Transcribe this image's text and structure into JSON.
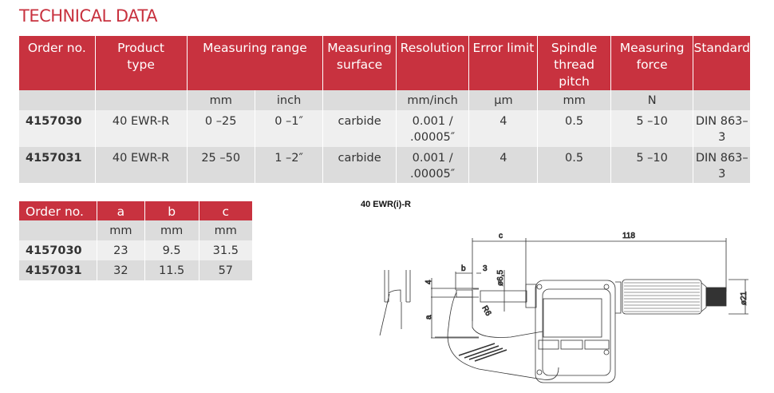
{
  "title": "TECHNICAL DATA",
  "main_table": {
    "headers": [
      "Order no.",
      "Product type",
      "Measuring range",
      "Measuring surface",
      "Resolution",
      "Error limit",
      "Spindle thread pitch",
      "Measuring force",
      "Standard"
    ],
    "units": [
      "",
      "",
      "mm",
      "inch",
      "",
      "mm/inch",
      "µm",
      "mm",
      "N",
      ""
    ],
    "rows": [
      [
        "4157030",
        "40 EWR-R",
        "0 –25",
        "0 –1″",
        "carbide",
        "0.001 / .00005″",
        "4",
        "0.5",
        "5 –10",
        "DIN 863–3"
      ],
      [
        "4157031",
        "40 EWR-R",
        "25 –50",
        "1 –2″",
        "carbide",
        "0.001 / .00005″",
        "4",
        "0.5",
        "5 –10",
        "DIN 863–3"
      ]
    ]
  },
  "dim_table": {
    "headers": [
      "Order no.",
      "a",
      "b",
      "c"
    ],
    "units": [
      "",
      "mm",
      "mm",
      "mm"
    ],
    "rows": [
      [
        "4157030",
        "23",
        "9.5",
        "31.5"
      ],
      [
        "4157031",
        "32",
        "11.5",
        "57"
      ]
    ]
  },
  "drawing": {
    "title": "40 EWR(i)-R",
    "labels": {
      "c": "c",
      "len": "118",
      "b": "b",
      "three": "3",
      "d65": "ø6,5",
      "four": "4",
      "a": "a",
      "r6": "R6",
      "d21": "ø21"
    }
  }
}
